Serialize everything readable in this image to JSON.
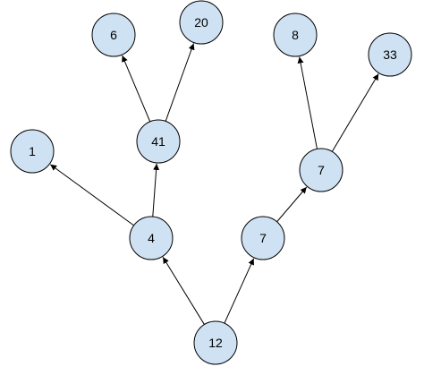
{
  "diagram": {
    "type": "tree",
    "colors": {
      "node_fill": "#cfe2f3",
      "node_stroke": "#000000",
      "edge": "#000000",
      "text": "#000000"
    },
    "nodes": [
      {
        "id": "n12",
        "label": "12"
      },
      {
        "id": "n4",
        "label": "4"
      },
      {
        "id": "n7a",
        "label": "7"
      },
      {
        "id": "n1",
        "label": "1"
      },
      {
        "id": "n41",
        "label": "41"
      },
      {
        "id": "n6",
        "label": "6"
      },
      {
        "id": "n20",
        "label": "20"
      },
      {
        "id": "n7b",
        "label": "7"
      },
      {
        "id": "n8",
        "label": "8"
      },
      {
        "id": "n33",
        "label": "33"
      }
    ],
    "edges": [
      {
        "from": "n12",
        "to": "n4"
      },
      {
        "from": "n12",
        "to": "n7a"
      },
      {
        "from": "n4",
        "to": "n1"
      },
      {
        "from": "n4",
        "to": "n41"
      },
      {
        "from": "n41",
        "to": "n6"
      },
      {
        "from": "n41",
        "to": "n20"
      },
      {
        "from": "n7a",
        "to": "n7b"
      },
      {
        "from": "n7b",
        "to": "n8"
      },
      {
        "from": "n7b",
        "to": "n33"
      }
    ]
  }
}
